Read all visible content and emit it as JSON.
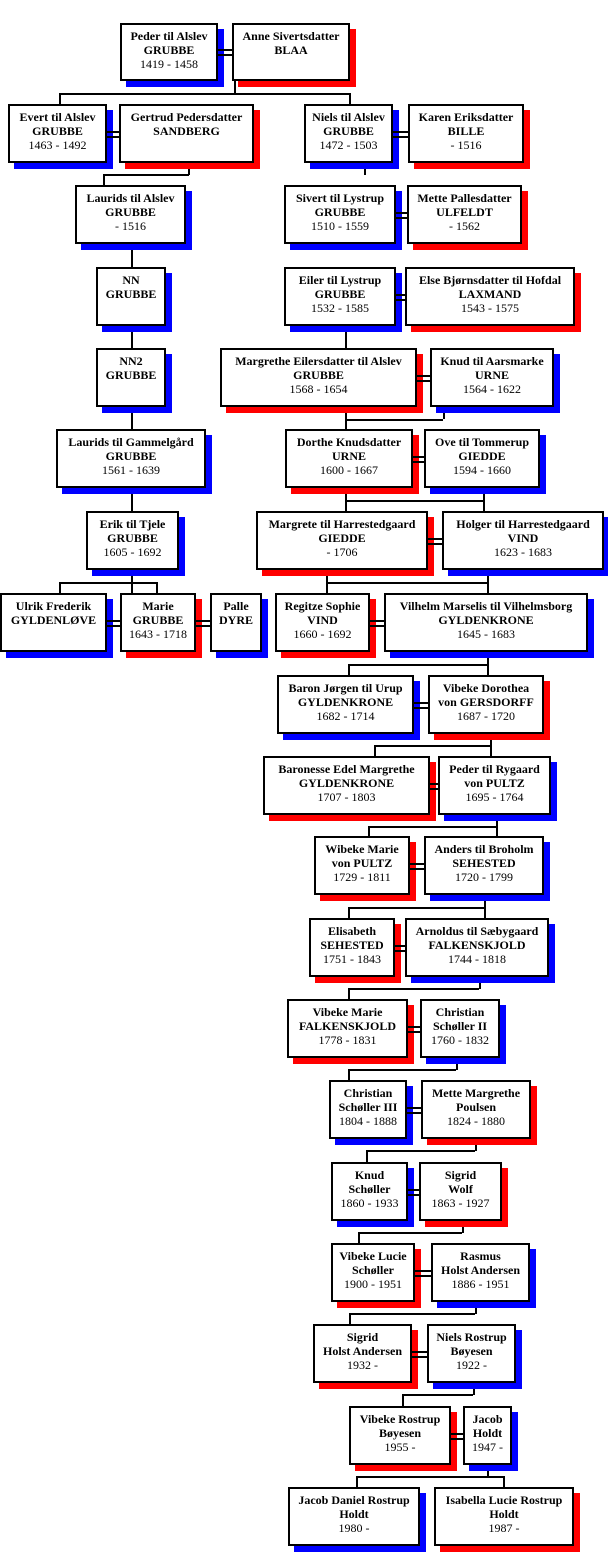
{
  "colors": {
    "male_shadow": "#0000ff",
    "female_shadow": "#ff0000",
    "line": "#000000"
  },
  "people": [
    {
      "id": "peder",
      "line1": "Peder til Alslev",
      "line2": "GRUBBE",
      "dates": "1419 - 1458",
      "sex": "m"
    },
    {
      "id": "anne",
      "line1": "Anne Sivertsdatter",
      "line2": "BLAA",
      "dates": "",
      "sex": "f"
    },
    {
      "id": "evert",
      "line1": "Evert til Alslev",
      "line2": "GRUBBE",
      "dates": "1463 - 1492",
      "sex": "m"
    },
    {
      "id": "gertrud",
      "line1": "Gertrud Pedersdatter",
      "line2": "SANDBERG",
      "dates": "",
      "sex": "f"
    },
    {
      "id": "niels",
      "line1": "Niels til Alslev",
      "line2": "GRUBBE",
      "dates": "1472 - 1503",
      "sex": "m"
    },
    {
      "id": "karen",
      "line1": "Karen Eriksdatter",
      "line2": "BILLE",
      "dates": "- 1516",
      "sex": "f"
    },
    {
      "id": "laurids1",
      "line1": "Laurids til Alslev",
      "line2": "GRUBBE",
      "dates": "- 1516",
      "sex": "m"
    },
    {
      "id": "sivert",
      "line1": "Sivert til Lystrup",
      "line2": "GRUBBE",
      "dates": "1510 - 1559",
      "sex": "m"
    },
    {
      "id": "mette_u",
      "line1": "Mette Pallesdatter",
      "line2": "ULFELDT",
      "dates": "- 1562",
      "sex": "f"
    },
    {
      "id": "nn",
      "line1": "NN",
      "line2": "GRUBBE",
      "dates": "",
      "sex": "m"
    },
    {
      "id": "eiler",
      "line1": "Eiler til Lystrup",
      "line2": "GRUBBE",
      "dates": "1532 - 1585",
      "sex": "m"
    },
    {
      "id": "else",
      "line1": "Else Bjørnsdatter til Hofdal",
      "line2": "LAXMAND",
      "dates": "1543 - 1575",
      "sex": "f"
    },
    {
      "id": "nn2",
      "line1": "NN2",
      "line2": "GRUBBE",
      "dates": "",
      "sex": "m"
    },
    {
      "id": "margrethe_g",
      "line1": "Margrethe Eilersdatter til Alslev",
      "line2": "GRUBBE",
      "dates": "1568 - 1654",
      "sex": "f"
    },
    {
      "id": "knud_u",
      "line1": "Knud til Aarsmarke",
      "line2": "URNE",
      "dates": "1564 - 1622",
      "sex": "m"
    },
    {
      "id": "laurids2",
      "line1": "Laurids til Gammelgård",
      "line2": "GRUBBE",
      "dates": "1561 - 1639",
      "sex": "m"
    },
    {
      "id": "dorthe",
      "line1": "Dorthe Knudsdatter",
      "line2": "URNE",
      "dates": "1600 - 1667",
      "sex": "f"
    },
    {
      "id": "ove",
      "line1": "Ove til Tommerup",
      "line2": "GIEDDE",
      "dates": "1594 - 1660",
      "sex": "m"
    },
    {
      "id": "erik",
      "line1": "Erik til Tjele",
      "line2": "GRUBBE",
      "dates": "1605 - 1692",
      "sex": "m"
    },
    {
      "id": "margrete_g",
      "line1": "Margrete til Harrestedgaard",
      "line2": "GIEDDE",
      "dates": "- 1706",
      "sex": "f"
    },
    {
      "id": "holger",
      "line1": "Holger til Harrestedgaard",
      "line2": "VIND",
      "dates": "1623 - 1683",
      "sex": "m"
    },
    {
      "id": "ulrik",
      "line1": "Ulrik Frederik",
      "line2": "GYLDENLØVE",
      "dates": "",
      "sex": "m"
    },
    {
      "id": "marie",
      "line1": "Marie",
      "line2": "GRUBBE",
      "dates": "1643 - 1718",
      "sex": "f"
    },
    {
      "id": "palle",
      "line1": "Palle",
      "line2": "DYRE",
      "dates": "",
      "sex": "m"
    },
    {
      "id": "regitze",
      "line1": "Regitze Sophie",
      "line2": "VIND",
      "dates": "1660 - 1692",
      "sex": "f"
    },
    {
      "id": "vilhelm",
      "line1": "Vilhelm Marselis til Vilhelmsborg",
      "line2": "GYLDENKRONE",
      "dates": "1645 - 1683",
      "sex": "m"
    },
    {
      "id": "jorgen",
      "line1": "Baron Jørgen til Urup",
      "line2": "GYLDENKRONE",
      "dates": "1682 - 1714",
      "sex": "m"
    },
    {
      "id": "vibeke_d",
      "line1": "Vibeke Dorothea",
      "line2": "von GERSDORFF",
      "dates": "1687 - 1720",
      "sex": "f"
    },
    {
      "id": "edel",
      "line1": "Baronesse Edel Margrethe",
      "line2": "GYLDENKRONE",
      "dates": "1707 - 1803",
      "sex": "f"
    },
    {
      "id": "peder_p",
      "line1": "Peder til Rygaard",
      "line2": "von PULTZ",
      "dates": "1695 - 1764",
      "sex": "m"
    },
    {
      "id": "wibeke",
      "line1": "Wibeke Marie",
      "line2": "von PULTZ",
      "dates": "1729 - 1811",
      "sex": "f"
    },
    {
      "id": "anders",
      "line1": "Anders til Broholm",
      "line2": "SEHESTED",
      "dates": "1720 - 1799",
      "sex": "m"
    },
    {
      "id": "elisabeth",
      "line1": "Elisabeth",
      "line2": "SEHESTED",
      "dates": "1751 - 1843",
      "sex": "f"
    },
    {
      "id": "arnoldus",
      "line1": "Arnoldus til Sæbygaard",
      "line2": "FALKENSKJOLD",
      "dates": "1744 - 1818",
      "sex": "m"
    },
    {
      "id": "vibeke_f",
      "line1": "Vibeke Marie",
      "line2": "FALKENSKJOLD",
      "dates": "1778 - 1831",
      "sex": "f"
    },
    {
      "id": "christian2",
      "line1": "Christian",
      "line2": "Schøller II",
      "dates": "1760 - 1832",
      "sex": "m"
    },
    {
      "id": "christian3",
      "line1": "Christian",
      "line2": "Schøller III",
      "dates": "1804 - 1888",
      "sex": "m"
    },
    {
      "id": "mette_p",
      "line1": "Mette Margrethe",
      "line2": "Poulsen",
      "dates": "1824 - 1880",
      "sex": "f"
    },
    {
      "id": "knud_s",
      "line1": "Knud",
      "line2": "Schøller",
      "dates": "1860 - 1933",
      "sex": "m"
    },
    {
      "id": "sigrid_w",
      "line1": "Sigrid",
      "line2": "Wolf",
      "dates": "1863 - 1927",
      "sex": "f"
    },
    {
      "id": "vibeke_l",
      "line1": "Vibeke Lucie",
      "line2": "Schøller",
      "dates": "1900 - 1951",
      "sex": "f"
    },
    {
      "id": "rasmus",
      "line1": "Rasmus",
      "line2": "Holst Andersen",
      "dates": "1886 - 1951",
      "sex": "m"
    },
    {
      "id": "sigrid_h",
      "line1": "Sigrid",
      "line2": "Holst Andersen",
      "dates": "1932 -",
      "sex": "f"
    },
    {
      "id": "niels_r",
      "line1": "Niels Rostrup",
      "line2": "Bøyesen",
      "dates": "1922 -",
      "sex": "m"
    },
    {
      "id": "vibeke_r",
      "line1": "Vibeke Rostrup",
      "line2": "Bøyesen",
      "dates": "1955 -",
      "sex": "f"
    },
    {
      "id": "jacob",
      "line1": "Jacob",
      "line2": "Holdt",
      "dates": "1947 -",
      "sex": "m"
    },
    {
      "id": "jacob_d",
      "line1": "Jacob Daniel Rostrup",
      "line2": "Holdt",
      "dates": "1980 -",
      "sex": "m"
    },
    {
      "id": "isabella",
      "line1": "Isabella Lucie Rostrup",
      "line2": "Holdt",
      "dates": "1987 -",
      "sex": "f"
    }
  ]
}
